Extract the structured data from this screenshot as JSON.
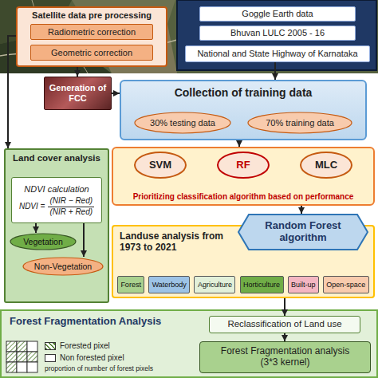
{
  "diagram": {
    "nodes": [
      {
        "text": [
          "Satellite data pre processing"
        ]
      },
      {
        "text": [
          "Radiometric correction"
        ],
        "in": 0
      },
      {
        "text": [
          "Geometric correction"
        ],
        "in": 0
      },
      {
        "text": [
          "Goggle Earth data"
        ]
      },
      {
        "text": [
          "Bhuvan LULC 2005 - 16"
        ]
      },
      {
        "text": [
          "National and State Highway of Karnataka"
        ]
      },
      {
        "text": [
          "Generation of FCC"
        ]
      },
      {
        "text": [
          "Collection of training data"
        ]
      },
      {
        "text": [
          "30% testing data"
        ],
        "in": 7
      },
      {
        "text": [
          "70% training data"
        ],
        "in": 7
      },
      {
        "text": [
          "Land cover analysis"
        ]
      },
      {
        "text": [
          "NDVI calculation",
          "NDVI =",
          "(NIR − Red)",
          "(NIR + Red)"
        ],
        "in": 10
      },
      {
        "text": [
          "Vegetation"
        ],
        "in": 10
      },
      {
        "text": [
          "Non-Vegetation"
        ],
        "in": 10
      },
      {
        "text": [
          "Prioritizing classification algorithm based on performance"
        ]
      },
      {
        "text": [
          "SVM"
        ],
        "in": 14
      },
      {
        "text": [
          "RF"
        ],
        "in": 14
      },
      {
        "text": [
          "MLC"
        ],
        "in": 14
      },
      {
        "text": [
          "Landuse analysis from 1973 to 2021"
        ]
      },
      {
        "text": [
          "Random Forest algorithm"
        ]
      },
      {
        "text": [
          "Forest"
        ],
        "in": 18
      },
      {
        "text": [
          "Waterbody"
        ],
        "in": 18
      },
      {
        "text": [
          "Agriculture"
        ],
        "in": 18
      },
      {
        "text": [
          "Horticulture"
        ],
        "in": 18
      },
      {
        "text": [
          "Built-up"
        ],
        "in": 18
      },
      {
        "text": [
          "Open-space"
        ],
        "in": 18
      },
      {
        "text": [
          "Forest Fragmentation Analysis"
        ]
      },
      {
        "text": [
          "Reclassification of Land use"
        ],
        "in": 26
      },
      {
        "text": [
          "Forest Fragmentation analysis (3*3 kernel)"
        ],
        "in": 26
      }
    ],
    "edges": [
      {
        "from": 0,
        "to": 6,
        "arrow": "to"
      },
      {
        "from": 5,
        "to": 7,
        "arrow": "to"
      },
      {
        "from": 6,
        "to": 7,
        "arrow": "to"
      },
      {
        "from": 0,
        "to": 10,
        "arrow": "to"
      },
      {
        "from": 7,
        "to": 14,
        "arrow": "to"
      },
      {
        "from": 14,
        "to": 19,
        "arrow": "to"
      },
      {
        "from": 11,
        "to": 12,
        "arrow": "to"
      },
      {
        "from": 11,
        "to": 13,
        "arrow": "to"
      },
      {
        "from": 18,
        "to": 27,
        "arrow": "to"
      },
      {
        "from": 27,
        "to": 28,
        "arrow": "to"
      }
    ],
    "labels": [
      "proportion of number of forest pixels"
    ],
    "legend": [
      {
        "text": "Forested pixel"
      },
      {
        "text": "Non forested pixel",
        "color": "#ffffff"
      }
    ]
  }
}
